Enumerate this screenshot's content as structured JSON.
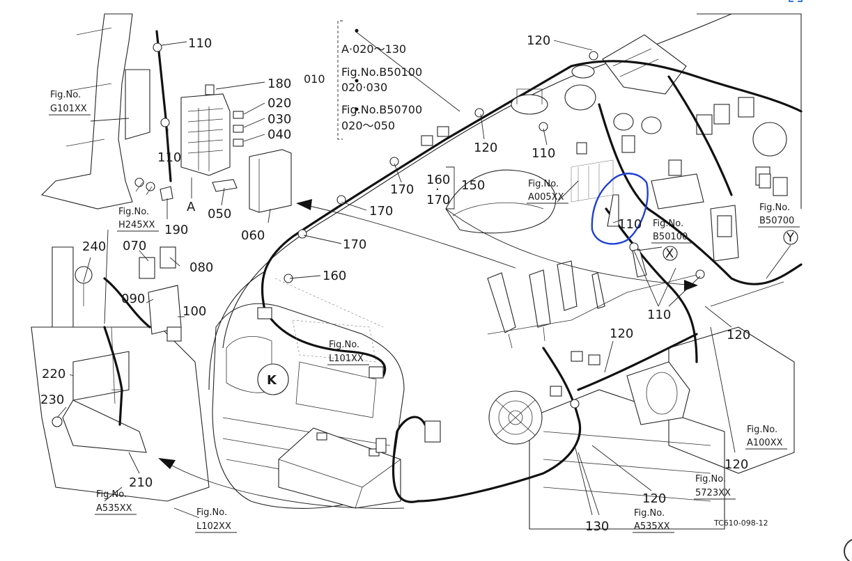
{
  "figure_code": "TC610-098-12",
  "group_note": {
    "ref": "010",
    "lines": [
      "A·020～130",
      "Fig.No.B50100",
      "020·030",
      "Fig.No.B50700",
      "020～050"
    ]
  },
  "sub_group": {
    "ref": "150",
    "top": "160",
    "dot": "·",
    "bottom": "170"
  },
  "highlight": {
    "color": "#1d3fd6",
    "part": "110"
  },
  "part_refs": {
    "p110_top": "110",
    "p180": "180",
    "p020": "020",
    "p030": "030",
    "p040": "040",
    "p110_left": "110",
    "pA": "A",
    "p050": "050",
    "p060": "060",
    "p190": "190",
    "p120_top": "120",
    "p120_mid": "120",
    "p110_cap": "110",
    "p170_a": "170",
    "p170_b": "170",
    "p170_c": "170",
    "p160": "160",
    "p110_hl": "110",
    "pX": "X",
    "pY": "Y",
    "p110_right": "110",
    "p120_r1": "120",
    "p120_r2": "120",
    "p120_low": "120",
    "p120_bot": "120",
    "p130": "130",
    "p240": "240",
    "p070": "070",
    "p080": "080",
    "p090": "090",
    "p100": "100",
    "p220": "220",
    "p230": "230",
    "p210": "210"
  },
  "fig_refs": {
    "g101": {
      "label": "Fig.No.",
      "code": "G101XX"
    },
    "h245": {
      "label": "Fig.No.",
      "code": "H245XX"
    },
    "a005": {
      "label": "Fig.No.",
      "code": "A005XX"
    },
    "b50100": {
      "label": "Fig.No.",
      "code": "B50100"
    },
    "b50700": {
      "label": "Fig.No.",
      "code": "B50700"
    },
    "l101": {
      "label": "Fig.No.",
      "code": "L101XX"
    },
    "a100": {
      "label": "Fig.No.",
      "code": "A100XX"
    },
    "f5723": {
      "label": "Fig.No.",
      "code": "5723XX"
    },
    "a535_left": {
      "label": "Fig.No.",
      "code": "A535XX"
    },
    "l102": {
      "label": "Fig.No.",
      "code": "L102XX"
    },
    "a535_bottom": {
      "label": "Fig.No.",
      "code": "A535XX"
    }
  },
  "icons": {
    "corner": "expand-corner-icon"
  }
}
